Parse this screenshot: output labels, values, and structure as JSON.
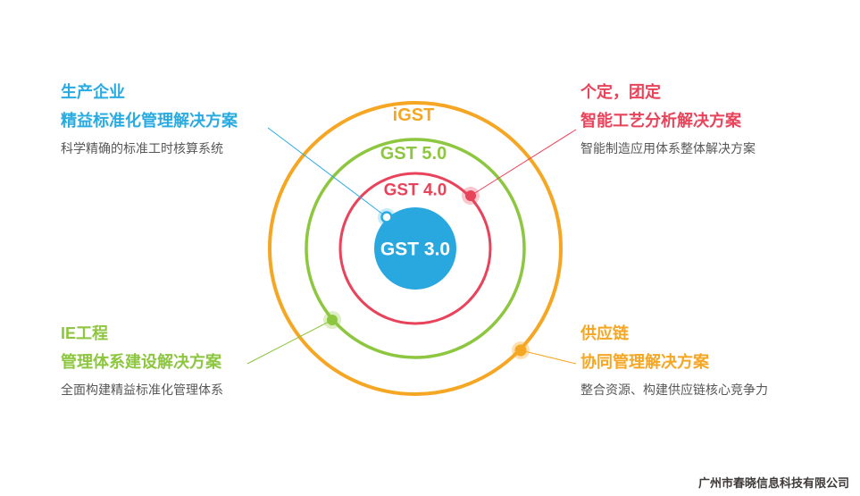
{
  "diagram": {
    "rings": [
      {
        "label": "iGST",
        "color": "#F5A623"
      },
      {
        "label": "GST 5.0",
        "color": "#8DC63F"
      },
      {
        "label": "GST 4.0",
        "color": "#E8435A"
      },
      {
        "label": "GST 3.0",
        "color": "#29A8E0"
      }
    ],
    "callouts": {
      "top_left": {
        "title": "生产企业",
        "subtitle": "精益标准化管理解决方案",
        "desc": "科学精确的标准工时核算系统",
        "color": "#29ABE2"
      },
      "top_right": {
        "title": "个定，团定",
        "subtitle": "智能工艺分析解决方案",
        "desc": "智能制造应用体系整体解决方案",
        "color": "#E8435A"
      },
      "bottom_left": {
        "title": "IE工程",
        "subtitle": "管理体系建设解决方案",
        "desc": "全面构建精益标准化管理体系",
        "color": "#8DC63F"
      },
      "bottom_right": {
        "title": "供应链",
        "subtitle": "协同管理解决方案",
        "desc": "整合资源、构建供应链核心竞争力",
        "color": "#F5A623"
      }
    }
  },
  "footer": {
    "company": "广州市春晓信息科技有限公司"
  }
}
